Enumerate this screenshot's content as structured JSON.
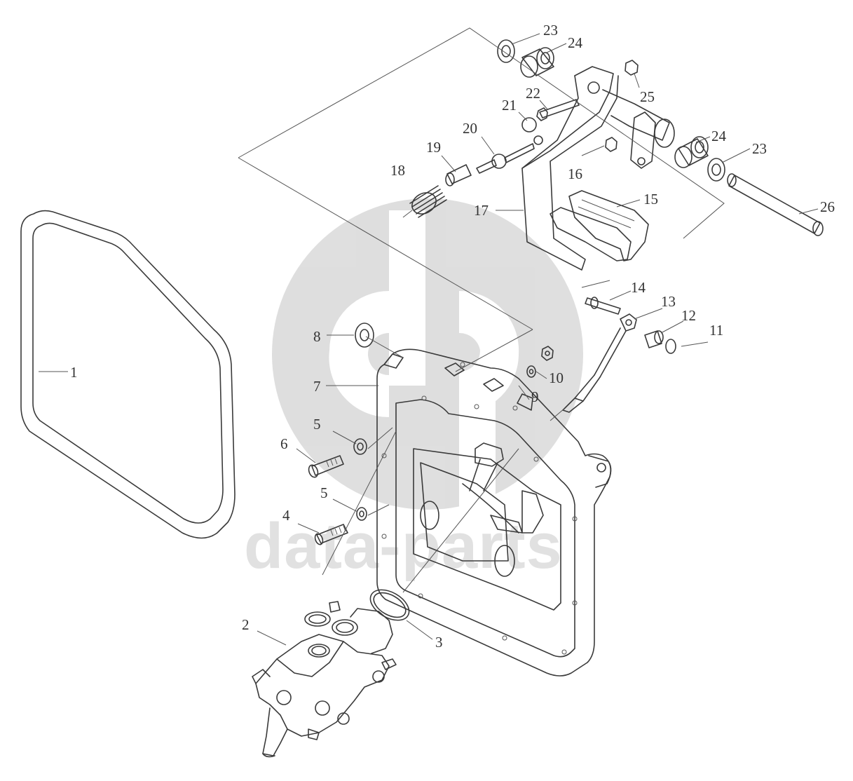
{
  "watermark": {
    "text": "data-parts",
    "color": "#bdbdbd"
  },
  "line_color": "#3a3a3a",
  "callouts": [
    {
      "id": "c1",
      "label": "1"
    },
    {
      "id": "c2",
      "label": "2"
    },
    {
      "id": "c3",
      "label": "3"
    },
    {
      "id": "c4",
      "label": "4"
    },
    {
      "id": "c5a",
      "label": "5"
    },
    {
      "id": "c5b",
      "label": "5"
    },
    {
      "id": "c6",
      "label": "6"
    },
    {
      "id": "c7",
      "label": "7"
    },
    {
      "id": "c8",
      "label": "8"
    },
    {
      "id": "c9",
      "label": "9"
    },
    {
      "id": "c10",
      "label": "10"
    },
    {
      "id": "c11",
      "label": "11"
    },
    {
      "id": "c12",
      "label": "12"
    },
    {
      "id": "c13",
      "label": "13"
    },
    {
      "id": "c14",
      "label": "14"
    },
    {
      "id": "c15",
      "label": "15"
    },
    {
      "id": "c16",
      "label": "16"
    },
    {
      "id": "c17",
      "label": "17"
    },
    {
      "id": "c18",
      "label": "18"
    },
    {
      "id": "c19",
      "label": "19"
    },
    {
      "id": "c20",
      "label": "20"
    },
    {
      "id": "c21",
      "label": "21"
    },
    {
      "id": "c22",
      "label": "22"
    },
    {
      "id": "c23a",
      "label": "23"
    },
    {
      "id": "c23b",
      "label": "23"
    },
    {
      "id": "c24a",
      "label": "24"
    },
    {
      "id": "c24b",
      "label": "24"
    },
    {
      "id": "c25",
      "label": "25"
    },
    {
      "id": "c26",
      "label": "26"
    }
  ]
}
